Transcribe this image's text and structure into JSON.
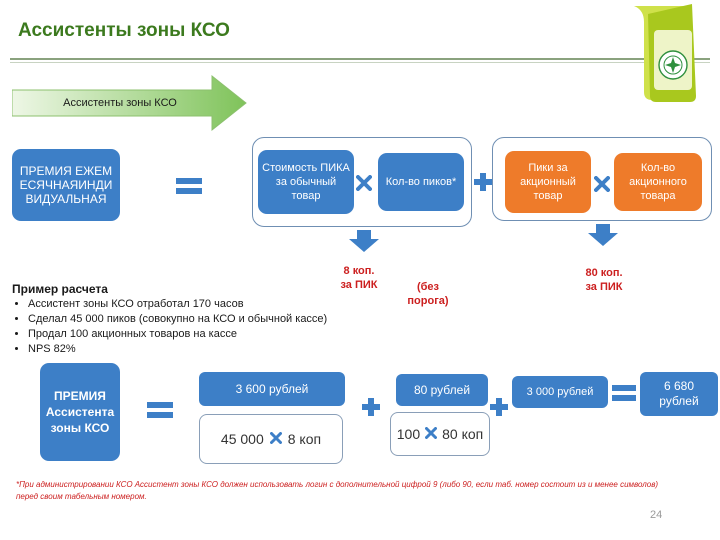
{
  "title": "Ассистенты зоны КСО",
  "banner": {
    "label": "Ассистенты зоны КСО"
  },
  "formula": {
    "bonus_label": "ПРЕМИЯ ЕЖЕМЕСЯЧНАЯИНДИВИДУАЛЬНАЯ",
    "cost_pick_label": "Стоимость ПИКА за обычный товар",
    "picks_count_label": "Кол-во пиков*",
    "promo_picks_label": "Пики за акционный товар",
    "promo_count_label": "Кол-во акционного товара",
    "rate_regular_line1": "8 коп.",
    "rate_regular_line2": "за ПИК",
    "no_threshold": "(без порога)",
    "rate_promo_line1": "80 коп.",
    "rate_promo_line2": "за ПИК"
  },
  "example": {
    "heading": "Пример расчета",
    "items": [
      "Ассистент зоны КСО отработал 170 часов",
      "Сделал 45 000 пиков (совокупно на КСО и обычной кассе)",
      "Продал 100 акционных товаров на кассе",
      "NPS 82%"
    ]
  },
  "calc": {
    "bonus_label": "ПРЕМИЯ Ассистента зоны КСО",
    "sum_regular": "3 600 рублей",
    "sum_promo": "80 рублей",
    "sum_third": "3 000 рублей",
    "total": "6 680 рублей",
    "picks_value": "45 000",
    "picks_rate": "8 коп",
    "promo_value": "100",
    "promo_rate": "80 коп"
  },
  "footnote": "*При администрировании КСО Ассистент зоны КСО должен использовать логин с дополнительной цифрой 9 (либо 90, если таб. номер состоит из и менее символов) перед своим табельным номером.",
  "page_number": "24",
  "colors": {
    "blue": "#3d7fc7",
    "orange": "#ee7b2a",
    "green": "#3c7a1e",
    "red": "#cc1f1f"
  }
}
